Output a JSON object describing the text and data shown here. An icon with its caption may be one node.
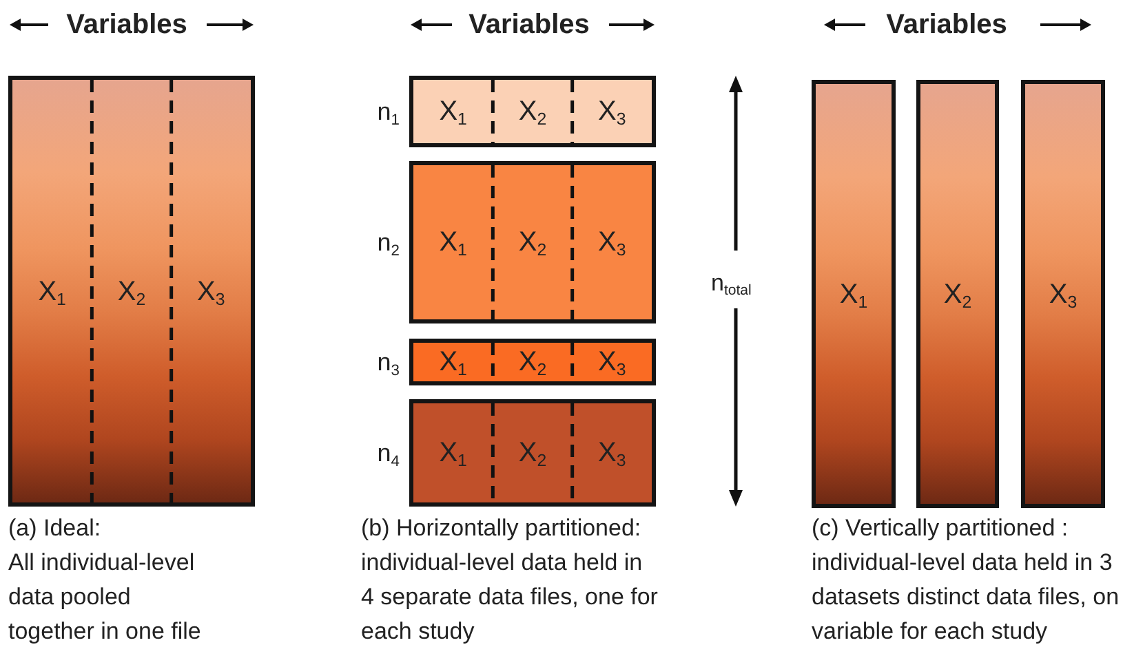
{
  "diagram": {
    "nodes": [
      {
        "text": [
          "X$_{1}$",
          "X$_{2}$",
          "X$_{3}$"
        ]
      },
      {
        "text": [
          "X$_{1}$",
          "X$_{2}$",
          "X$_{3}$"
        ],
        "beside": [
          "n$_{1}$"
        ]
      },
      {
        "text": [
          "X$_{1}$",
          "X$_{2}$",
          "X$_{3}$"
        ],
        "beside": [
          "n$_{2}$"
        ]
      },
      {
        "text": [
          "X$_{1}$",
          "X$_{2}$",
          "X$_{3}$"
        ],
        "beside": [
          "n$_{3}$"
        ]
      },
      {
        "text": [
          "X$_{1}$",
          "X$_{2}$",
          "X$_{3}$"
        ],
        "beside": [
          "n$_{4}$"
        ]
      },
      {
        "text": [
          "X$_{1}$"
        ]
      },
      {
        "text": [
          "X$_{2}$"
        ]
      },
      {
        "text": [
          "X$_{3}$"
        ]
      }
    ],
    "labels": [
      "Variables",
      "Variables",
      "Variables",
      "n$_{total}$",
      "(a) Ideal:",
      "All individual-level data pooled together in one file",
      "(b) Horizontally partitioned:",
      "individual-level data held in 4 separate data files, one for each study",
      "(c) Vertically partitioned :",
      "individual-level data held in 3 datasets distinct data files, on variable for each study"
    ]
  }
}
